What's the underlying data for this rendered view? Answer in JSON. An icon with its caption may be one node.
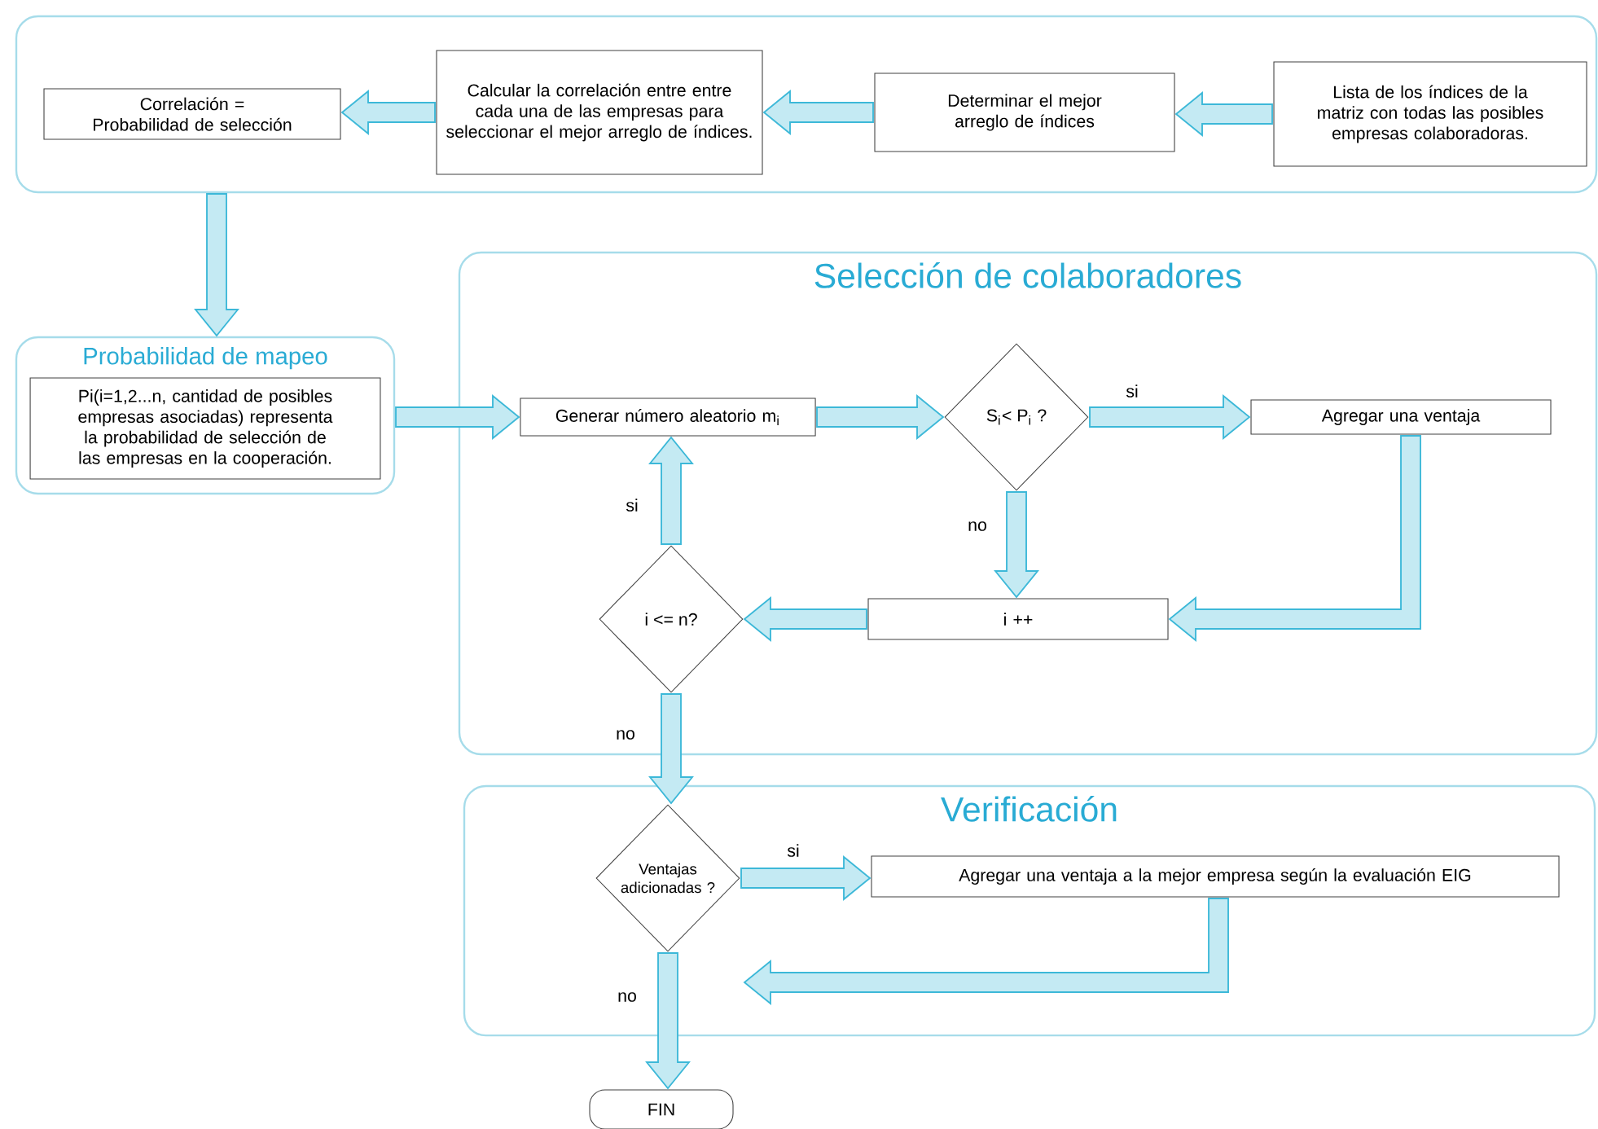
{
  "diagram": {
    "nodes": [
      {
        "text": [],
        "shape": "box"
      },
      {
        "text": [
          "Correlación = Probabilidad de selección"
        ],
        "in": 0
      },
      {
        "text": [
          "Calcular la correlación entre entre cada una de las empresas para seleccionar el mejor arreglo de índices."
        ],
        "in": 0
      },
      {
        "text": [
          "Determinar el mejor arreglo de índices"
        ],
        "in": 0
      },
      {
        "text": [
          "Lista de los índices de la matriz con todas las posibles empresas colaboradoras."
        ],
        "in": 0
      },
      {
        "text": [
          "Probabilidad de mapeo"
        ]
      },
      {
        "text": [
          "Pi(i=1,2...n,  cantidad de posibles empresas asociadas) representa la probabilidad de selección de las empresas en la cooperación."
        ],
        "in": 5
      },
      {
        "text": [
          "Selección de colaboradores"
        ]
      },
      {
        "text": [
          "Generar número aleatorio m$_{i}$"
        ],
        "in": 7
      },
      {
        "text": [
          "S$_{i}$< P$_{i}$ ?"
        ],
        "in": 7
      },
      {
        "text": [
          "Agregar una ventaja"
        ],
        "in": 7
      },
      {
        "text": [
          "i ++"
        ],
        "in": 7
      },
      {
        "text": [
          "i <= n?"
        ],
        "in": 7
      },
      {
        "text": [
          "Verificación"
        ]
      },
      {
        "text": [
          "Ventajas adicionadas ?"
        ],
        "in": 13
      },
      {
        "text": [
          "Agregar una ventaja a la mejor empresa según la evaluación EIG"
        ],
        "in": 13
      },
      {
        "text": [
          "FIN"
        ]
      }
    ],
    "edges": [
      {
        "from": 4,
        "to": 3,
        "arrow": "to"
      },
      {
        "from": 3,
        "to": 2,
        "arrow": "to"
      },
      {
        "from": 2,
        "to": 1,
        "arrow": "to"
      },
      {
        "from": 0,
        "to": 5,
        "arrow": "to"
      },
      {
        "from": 5,
        "to": 8,
        "arrow": "to"
      },
      {
        "from": 8,
        "to": 9,
        "arrow": "to"
      },
      {
        "from": 9,
        "to": 10,
        "arrow": "to",
        "label": "si"
      },
      {
        "from": 9,
        "to": 11,
        "arrow": "to",
        "label": "no"
      },
      {
        "from": 10,
        "to": 11,
        "arrow": "to"
      },
      {
        "from": 11,
        "to": 12,
        "arrow": "to"
      },
      {
        "from": 12,
        "to": 8,
        "arrow": "to",
        "label": "si"
      },
      {
        "from": 12,
        "to": 14,
        "arrow": "to",
        "label": "no"
      },
      {
        "from": 14,
        "to": 15,
        "arrow": "to",
        "label": "si"
      },
      {
        "from": 15,
        "to": null,
        "arrow": "to"
      },
      {
        "from": 14,
        "to": 16,
        "arrow": "to",
        "label": "no"
      }
    ]
  }
}
